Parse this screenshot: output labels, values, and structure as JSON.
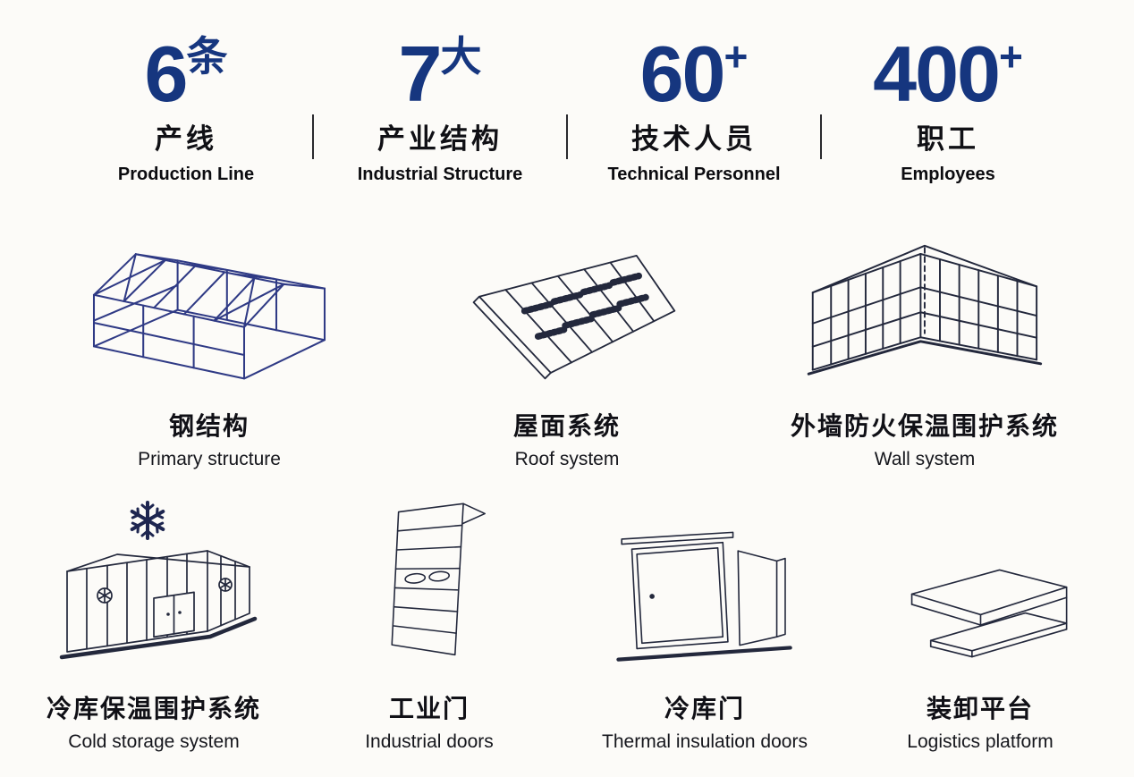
{
  "stats": [
    {
      "number": "6",
      "suffix": "条",
      "zh": "产线",
      "en": "Production Line"
    },
    {
      "number": "7",
      "suffix": "大",
      "zh": "产业结构",
      "en": "Industrial Structure"
    },
    {
      "number": "60",
      "suffix": "+",
      "zh": "技术人员",
      "en": "Technical Personnel"
    },
    {
      "number": "400",
      "suffix": "+",
      "zh": "职工",
      "en": "Employees"
    }
  ],
  "products": {
    "row1": [
      {
        "zh": "钢结构",
        "en": "Primary structure",
        "icon": "steel-structure-icon"
      },
      {
        "zh": "屋面系统",
        "en": "Roof system",
        "icon": "roof-system-icon"
      },
      {
        "zh": "外墙防火保温围护系统",
        "en": "Wall system",
        "icon": "wall-system-icon"
      }
    ],
    "row2": [
      {
        "zh": "冷库保温围护系统",
        "en": "Cold storage system",
        "icon": "cold-storage-icon"
      },
      {
        "zh": "工业门",
        "en": "Industrial doors",
        "icon": "industrial-door-icon"
      },
      {
        "zh": "冷库门",
        "en": "Thermal insulation doors",
        "icon": "cold-storage-door-icon"
      },
      {
        "zh": "装卸平台",
        "en": "Logistics platform",
        "icon": "dock-leveler-icon"
      }
    ]
  },
  "colors": {
    "accent": "#16367f",
    "line_ink": "#23283c",
    "steel_blue": "#2f3a85",
    "background": "#fcfbf8"
  }
}
